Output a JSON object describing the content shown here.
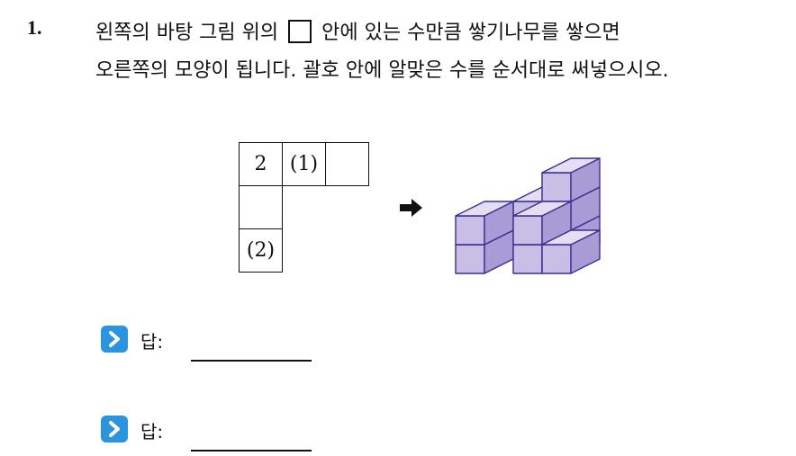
{
  "question": {
    "number": "1.",
    "line1_before": "왼쪽의 바탕 그림 위의",
    "line1_after": "안에 있는 수만큼 쌓기나무를 쌓으면",
    "line2": "오른쪽의 모양이 됩니다. 괄호 안에 알맞은 수를 순서대로 써넣으시오."
  },
  "base_grid": {
    "cells": [
      {
        "text": "2"
      },
      {
        "text": "(1)"
      },
      {
        "text": ""
      },
      {
        "text": ""
      },
      {
        "text": "(2)"
      }
    ]
  },
  "answers": [
    {
      "label": "답:"
    },
    {
      "label": "답:"
    }
  ],
  "colors": {
    "cube_top": "#e4def2",
    "cube_front": "#c9bfe6",
    "cube_side": "#a99bd6",
    "cube_edge": "#3b2f8f",
    "answer_icon": "#2a95de"
  },
  "icons": [
    "right-arrow-icon",
    "answer-chevron-icon"
  ]
}
